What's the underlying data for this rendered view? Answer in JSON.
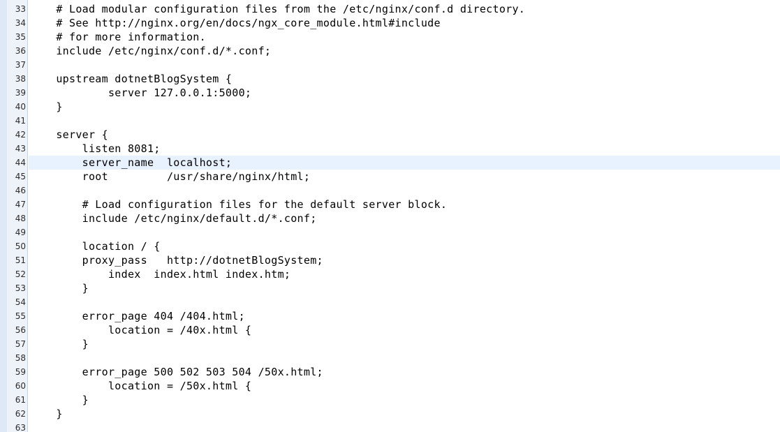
{
  "editor": {
    "highlighted_line": "44",
    "lines": [
      {
        "num": "33",
        "text": "    # Load modular configuration files from the /etc/nginx/conf.d directory."
      },
      {
        "num": "34",
        "text": "    # See http://nginx.org/en/docs/ngx_core_module.html#include"
      },
      {
        "num": "35",
        "text": "    # for more information."
      },
      {
        "num": "36",
        "text": "    include /etc/nginx/conf.d/*.conf;"
      },
      {
        "num": "37",
        "text": ""
      },
      {
        "num": "38",
        "text": "    upstream dotnetBlogSystem {"
      },
      {
        "num": "39",
        "text": "            server 127.0.0.1:5000;"
      },
      {
        "num": "40",
        "text": "    }"
      },
      {
        "num": "41",
        "text": ""
      },
      {
        "num": "42",
        "text": "    server {"
      },
      {
        "num": "43",
        "text": "        listen 8081;"
      },
      {
        "num": "44",
        "text": "        server_name  localhost;"
      },
      {
        "num": "45",
        "text": "        root         /usr/share/nginx/html;"
      },
      {
        "num": "46",
        "text": ""
      },
      {
        "num": "47",
        "text": "        # Load configuration files for the default server block."
      },
      {
        "num": "48",
        "text": "        include /etc/nginx/default.d/*.conf;"
      },
      {
        "num": "49",
        "text": ""
      },
      {
        "num": "50",
        "text": "        location / {"
      },
      {
        "num": "51",
        "text": "        proxy_pass   http://dotnetBlogSystem;"
      },
      {
        "num": "52",
        "text": "            index  index.html index.htm;"
      },
      {
        "num": "53",
        "text": "        }"
      },
      {
        "num": "54",
        "text": ""
      },
      {
        "num": "55",
        "text": "        error_page 404 /404.html;"
      },
      {
        "num": "56",
        "text": "            location = /40x.html {"
      },
      {
        "num": "57",
        "text": "        }"
      },
      {
        "num": "58",
        "text": ""
      },
      {
        "num": "59",
        "text": "        error_page 500 502 503 504 /50x.html;"
      },
      {
        "num": "60",
        "text": "            location = /50x.html {"
      },
      {
        "num": "61",
        "text": "        }"
      },
      {
        "num": "62",
        "text": "    }"
      },
      {
        "num": "63",
        "text": ""
      }
    ]
  }
}
